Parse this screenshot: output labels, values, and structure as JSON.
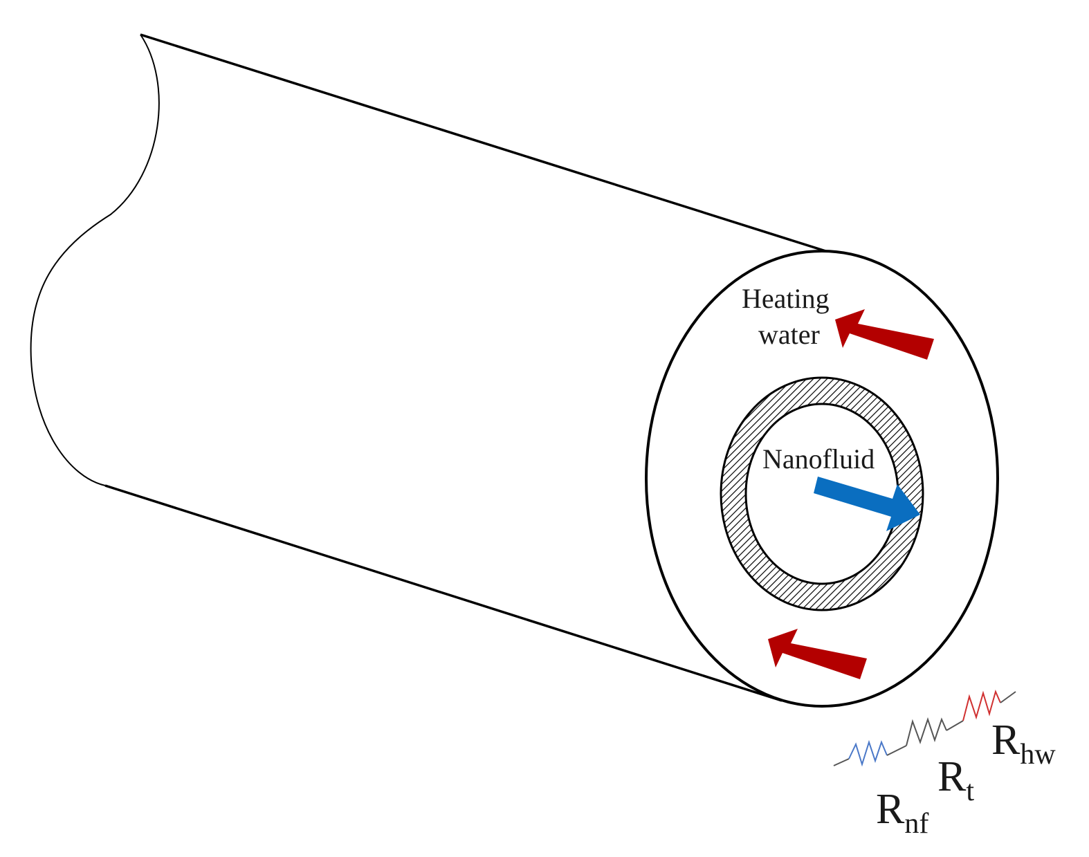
{
  "labels": {
    "heating_water_line1": "Heating",
    "heating_water_line2": "water",
    "nanofluid": "Nanofluid"
  },
  "resistances": [
    {
      "symbol": "R",
      "subscript": "nf",
      "color": "#4a78c8"
    },
    {
      "symbol": "R",
      "subscript": "t",
      "color": "#555555"
    },
    {
      "symbol": "R",
      "subscript": "hw",
      "color": "#d03030"
    }
  ],
  "colors": {
    "outline": "#000000",
    "heating_arrow": "#b30000",
    "nanofluid_arrow": "#0a6ec0",
    "tube_wall_hatch": "#000000"
  }
}
